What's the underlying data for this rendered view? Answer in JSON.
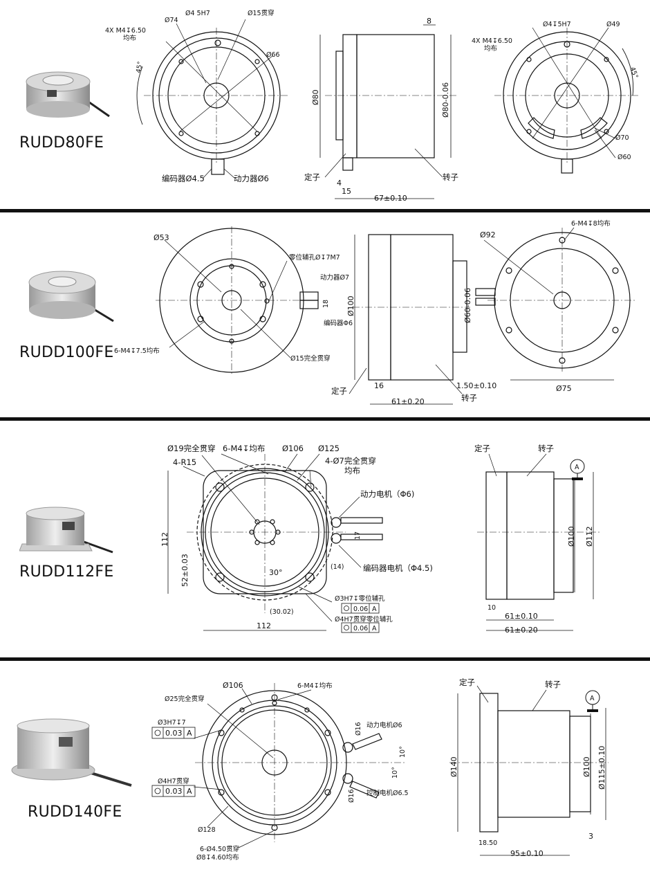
{
  "separators": 3,
  "products": [
    {
      "model": "RUDD80FE",
      "front_left": {
        "thread": "4X  M4↧6.50",
        "thread_spread": "均布",
        "angle": "45°",
        "d74": "Ø74",
        "hole": "Ø4  5H7",
        "through": "Ø15贯穿",
        "d66": "Ø66",
        "encoder": "编码器Ø4.5",
        "power": "动力器Ø6"
      },
      "side": {
        "top_dim": "8",
        "d80": "Ø80",
        "d80tol": "Ø80-0.06",
        "stator": "定子",
        "rotor": "转子",
        "d4": "4",
        "d15": "15",
        "length": "67±0.10"
      },
      "front_right": {
        "hole": "Ø4↧5H7",
        "thread": "4X  M4↧6.50",
        "thread_spread": "均布",
        "d49": "Ø49",
        "angle": "45°",
        "d70": "Ø70",
        "d60": "Ø60"
      }
    },
    {
      "model": "RUDD100FE",
      "front_left": {
        "d53": "Ø53",
        "zero_hole": "零位辅孔Ø↧7M7",
        "power": "动力器Ø7",
        "d18": "18",
        "encoder": "编码器Φ6",
        "thread": "6-M4↧7.5均布",
        "through": "Ø15完全贯穿"
      },
      "side": {
        "d100": "Ø100",
        "d60": "Ø60-0.06",
        "d16": "16",
        "d150": "1.50±0.10",
        "stator": "定子",
        "rotor": "转子",
        "length": "61±0.20"
      },
      "front_right": {
        "d92": "Ø92",
        "thread": "6-M4↧8均布",
        "d75": "Ø75"
      }
    },
    {
      "model": "RUDD112FE",
      "front": {
        "through": "Ø19完全贯穿",
        "thread": "6-M4↧均布",
        "d106": "Ø106",
        "d125": "Ø125",
        "r15": "4-R15",
        "holes": "4-Ø7完全贯穿",
        "holes_spread": "均布",
        "power": "动力电机（Φ6)",
        "d17": "17",
        "encoder": "编码器电机（Φ4.5)",
        "d14": "(14)",
        "h112": "112",
        "h52": "52±0.03",
        "angle": "30°",
        "w3002": "(30.02)",
        "w112": "112",
        "zero": "Ø3H7↧零位辅孔",
        "tol1": "0.06",
        "datum1": "A",
        "through_zero": "Ø4H7贯穿零位辅孔",
        "tol2": "0.06",
        "datum2": "A"
      },
      "side": {
        "stator": "定子",
        "rotor": "转子",
        "datum": "A",
        "d100": "Ø100",
        "d112": "Ø112",
        "d10": "10",
        "len1": "61±0.10",
        "len2": "61±0.20"
      }
    },
    {
      "model": "RUDD140FE",
      "front": {
        "d106": "Ø106",
        "thread": "6-M4↧均布",
        "through": "Ø25完全贯穿",
        "hole1": "Ø3H7↧7",
        "tol1": "0.03",
        "datum1": "A",
        "hole2": "Ø4H7贯穿",
        "tol2": "0.03",
        "datum2": "A",
        "d16a": "Ø16",
        "power": "动力电机Ø6",
        "a10a": "10°",
        "a10b": "10°",
        "d16b": "Ø16",
        "control": "控制电机Ø6.5",
        "d128": "Ø128",
        "holes": "6-Ø4.50贯穿",
        "cbore": "Ø8↧4.60均布"
      },
      "side": {
        "stator": "定子",
        "rotor": "转子",
        "datum": "A",
        "d140": "Ø140",
        "d100": "Ø100",
        "d115": "Ø115±0.10",
        "d1850": "18.50",
        "d3": "3",
        "length": "95±0.10"
      }
    }
  ]
}
